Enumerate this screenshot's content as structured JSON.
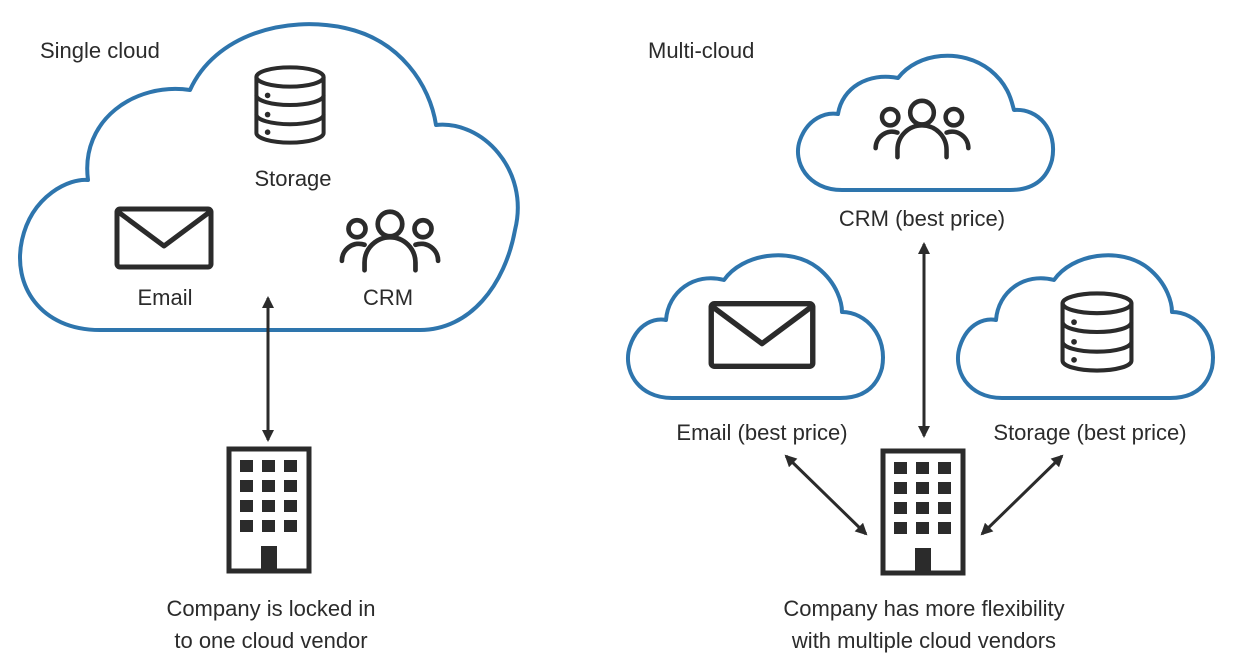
{
  "colors": {
    "cloud_outline": "#2e75ad",
    "icon": "#2b2b2b",
    "text": "#2b2b2b",
    "background": "#ffffff"
  },
  "single_cloud": {
    "heading": "Single cloud",
    "services": {
      "storage": {
        "label": "Storage",
        "icon": "database-icon"
      },
      "email": {
        "label": "Email",
        "icon": "envelope-icon"
      },
      "crm": {
        "label": "CRM",
        "icon": "users-group-icon"
      }
    },
    "company": {
      "icon": "office-building-icon",
      "caption_line1": "Company is locked in",
      "caption_line2": "to one cloud vendor"
    }
  },
  "multi_cloud": {
    "heading": "Multi-cloud",
    "services": {
      "crm": {
        "label": "CRM (best price)",
        "icon": "users-group-icon"
      },
      "email": {
        "label": "Email (best price)",
        "icon": "envelope-icon"
      },
      "storage": {
        "label": "Storage (best price)",
        "icon": "database-icon"
      }
    },
    "company": {
      "icon": "office-building-icon",
      "caption_line1": "Company has more flexibility",
      "caption_line2": "with multiple cloud vendors"
    }
  }
}
